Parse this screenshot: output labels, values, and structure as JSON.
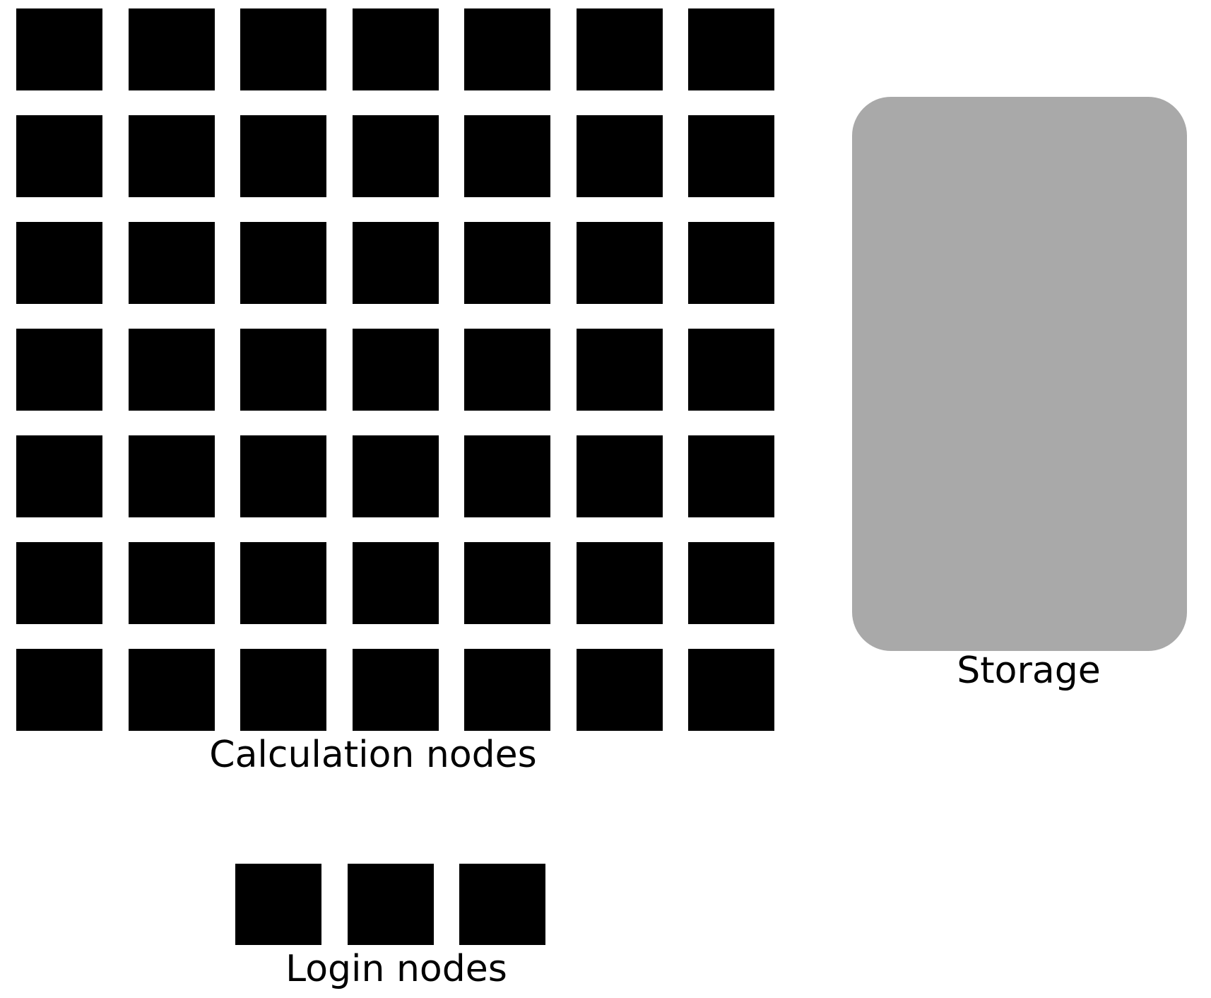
{
  "background": "#ffffff",
  "text_color": "#000000",
  "calculation_nodes": {
    "label": "Calculation nodes",
    "rows": 7,
    "cols": 7,
    "count": 49,
    "fill": "#000000"
  },
  "login_nodes": {
    "label": "Login nodes",
    "rows": 1,
    "cols": 3,
    "count": 3,
    "fill": "#000000"
  },
  "storage": {
    "label": "Storage",
    "fill": "#a9a9a9"
  }
}
